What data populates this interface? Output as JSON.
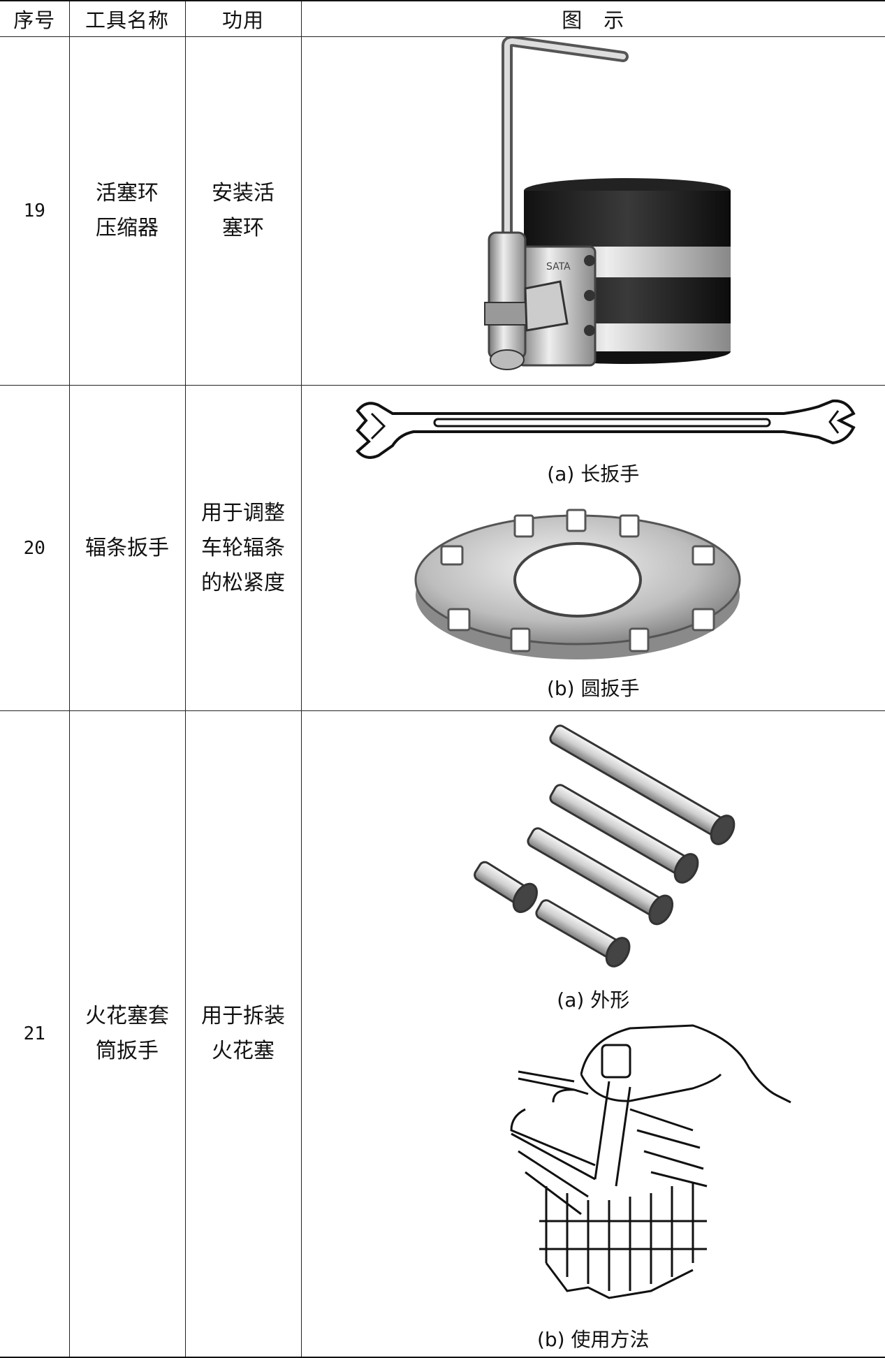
{
  "header": {
    "col1": "序号",
    "col2": "工具名称",
    "col3": "功用",
    "col4": "图　示"
  },
  "rows": [
    {
      "seq": "19",
      "name": "活塞环\n压缩器",
      "use": "安装活\n塞环",
      "figure": {
        "icon": "piston-ring-compressor-icon",
        "brand_text": "SATA"
      }
    },
    {
      "seq": "20",
      "name": "辐条扳手",
      "use": "用于调整\n车轮辐条\n的松紧度",
      "figure": {
        "icon_a": "long-spoke-wrench-icon",
        "caption_a": "(a) 长扳手",
        "icon_b": "round-spoke-wrench-icon",
        "caption_b": "(b) 圆扳手"
      }
    },
    {
      "seq": "21",
      "name": "火花塞套\n筒扳手",
      "use": "用于拆装\n火花塞",
      "figure": {
        "icon_a": "spark-plug-socket-wrenches-icon",
        "caption_a": "(a) 外形",
        "icon_b": "spark-plug-wrench-usage-icon",
        "caption_b": "(b) 使用方法"
      }
    }
  ]
}
